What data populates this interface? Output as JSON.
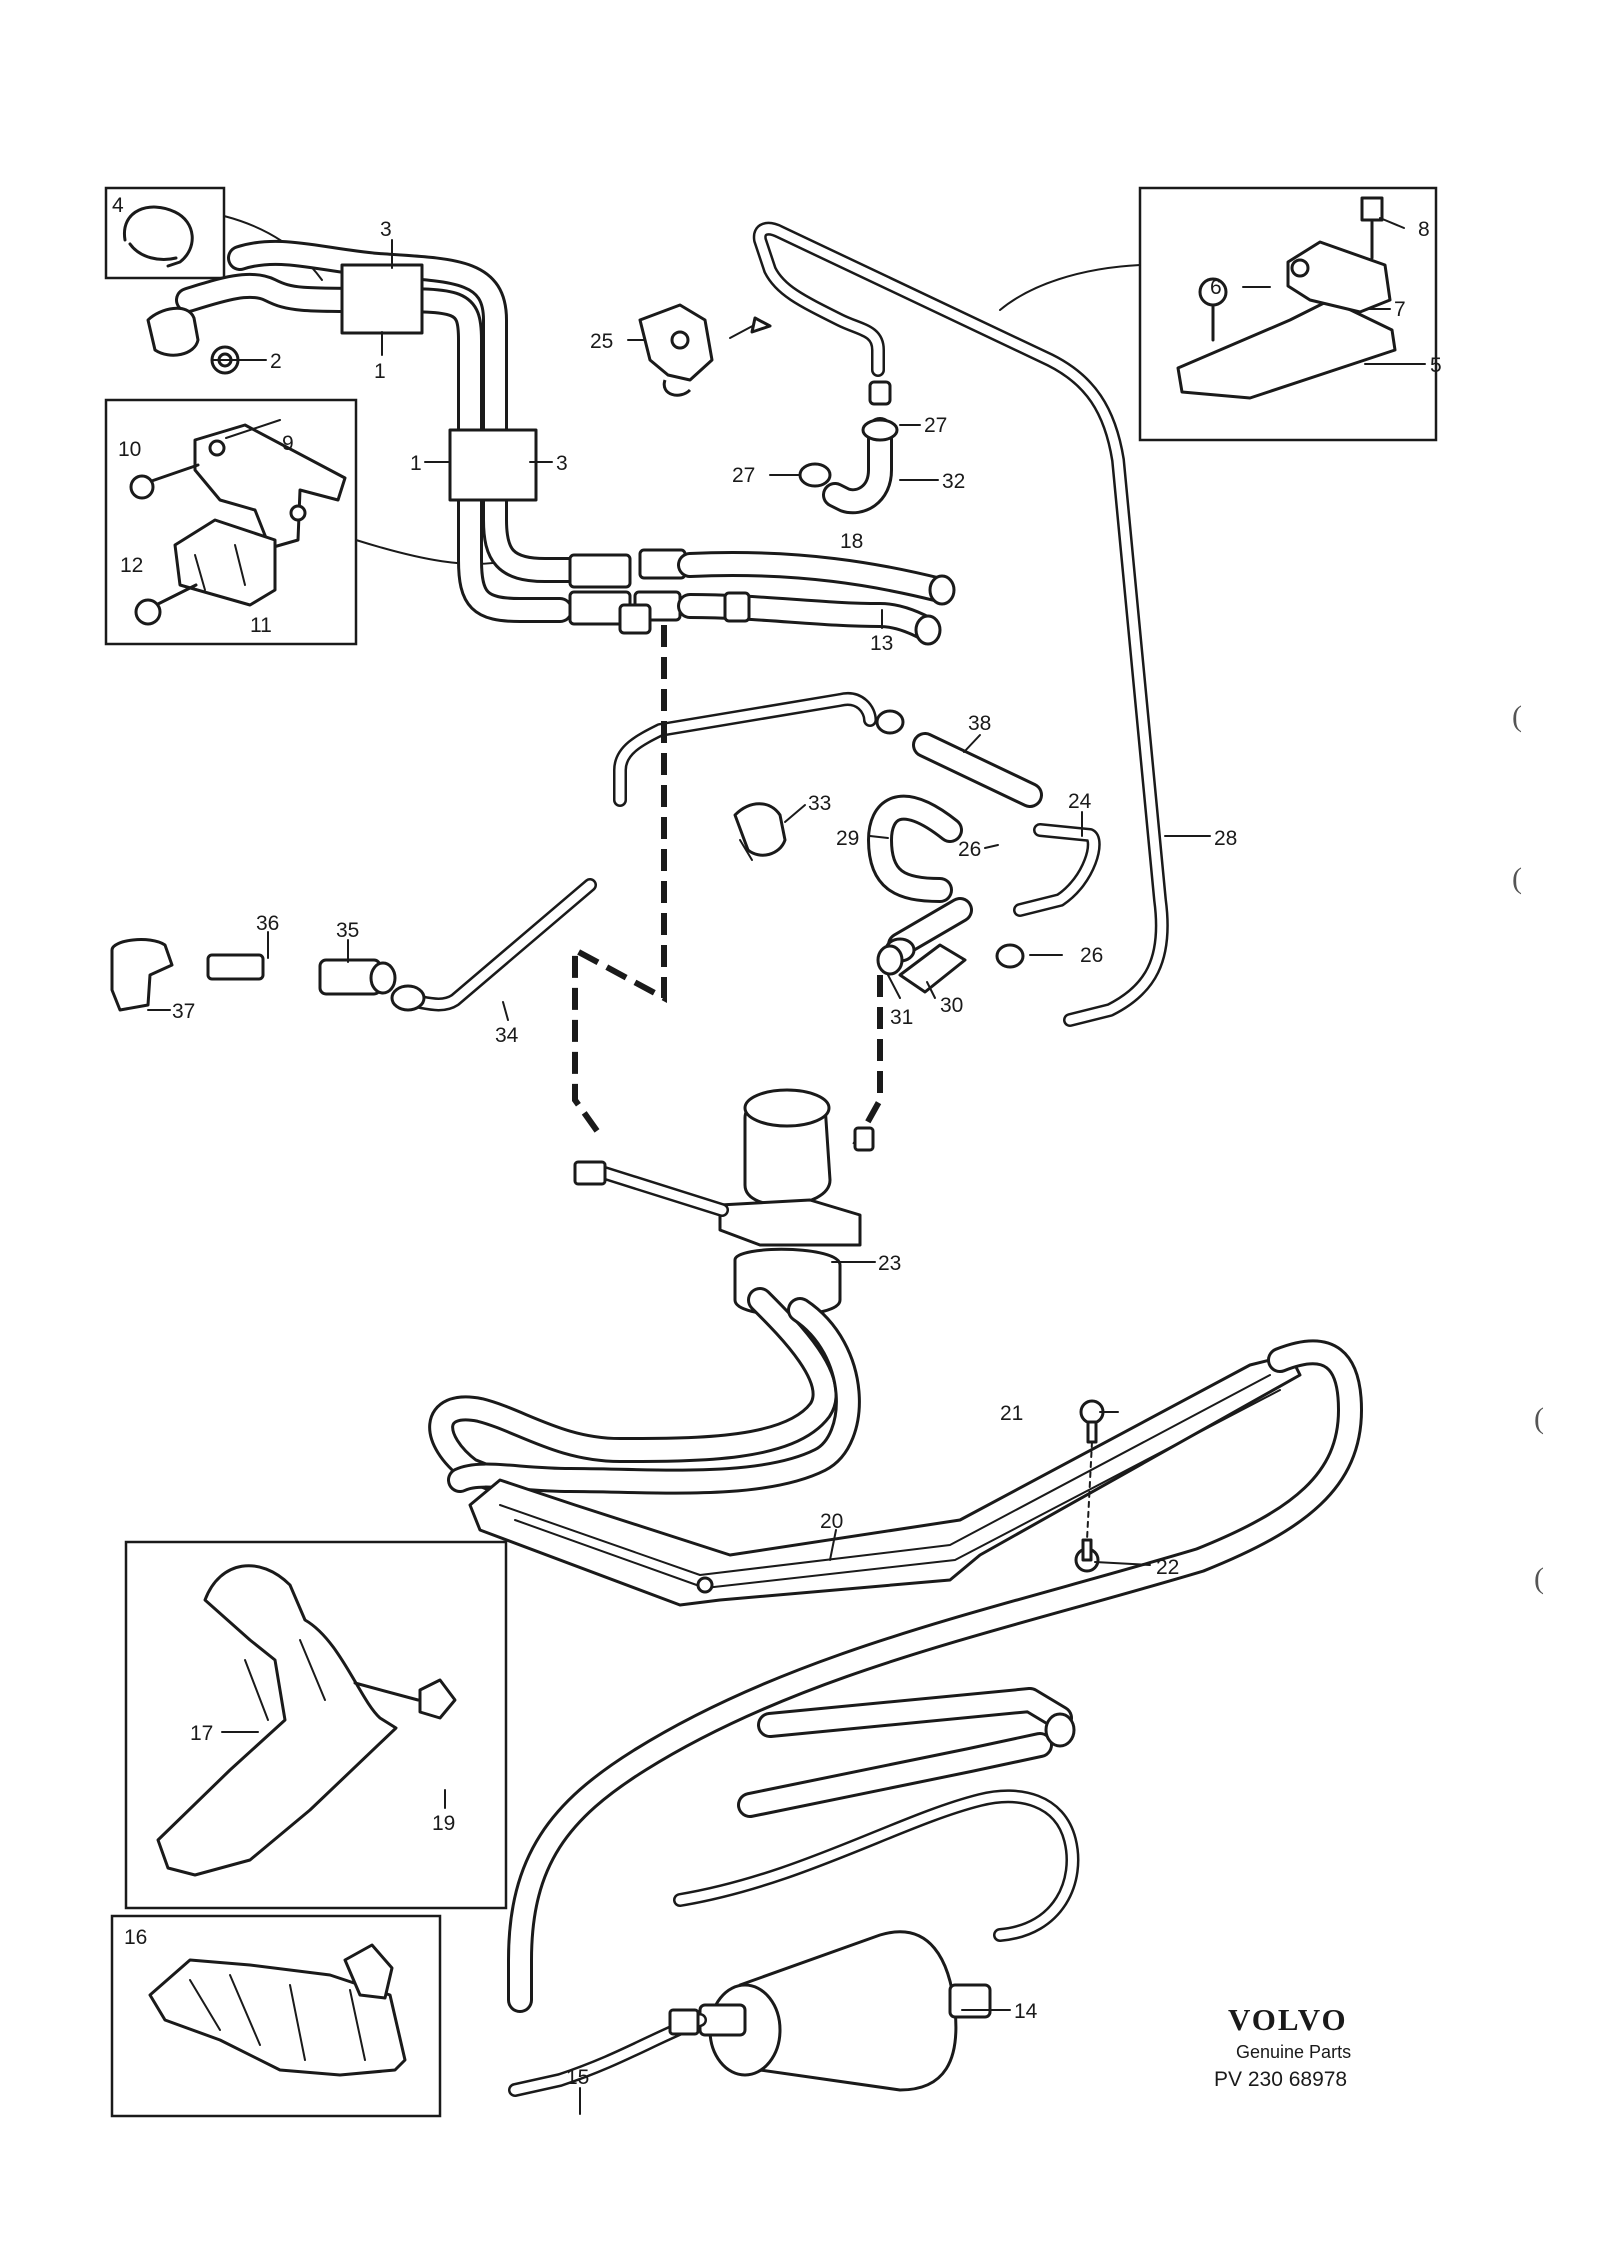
{
  "diagram": {
    "callouts": {
      "p1a": "1",
      "p1b": "1",
      "p2": "2",
      "p3a": "3",
      "p3b": "3",
      "p4": "4",
      "p5": "5",
      "p6": "6",
      "p7": "7",
      "p8": "8",
      "p9": "9",
      "p10": "10",
      "p11": "11",
      "p12": "12",
      "p13": "13",
      "p14": "14",
      "p15": "15",
      "p16": "16",
      "p17": "17",
      "p18": "18",
      "p19": "19",
      "p20": "20",
      "p21": "21",
      "p22": "22",
      "p23": "23",
      "p24": "24",
      "p25": "25",
      "p26a": "26",
      "p26b": "26",
      "p27a": "27",
      "p27b": "27",
      "p28": "28",
      "p29": "29",
      "p30": "30",
      "p31": "31",
      "p32": "32",
      "p33": "33",
      "p34": "34",
      "p35": "35",
      "p36": "36",
      "p37": "37",
      "p38": "38"
    },
    "brand": {
      "logo": "VOLVO",
      "tagline": "Genuine Parts",
      "reference": "PV 230 68978"
    },
    "edge_marks": [
      "(",
      "(",
      "(",
      "("
    ]
  }
}
